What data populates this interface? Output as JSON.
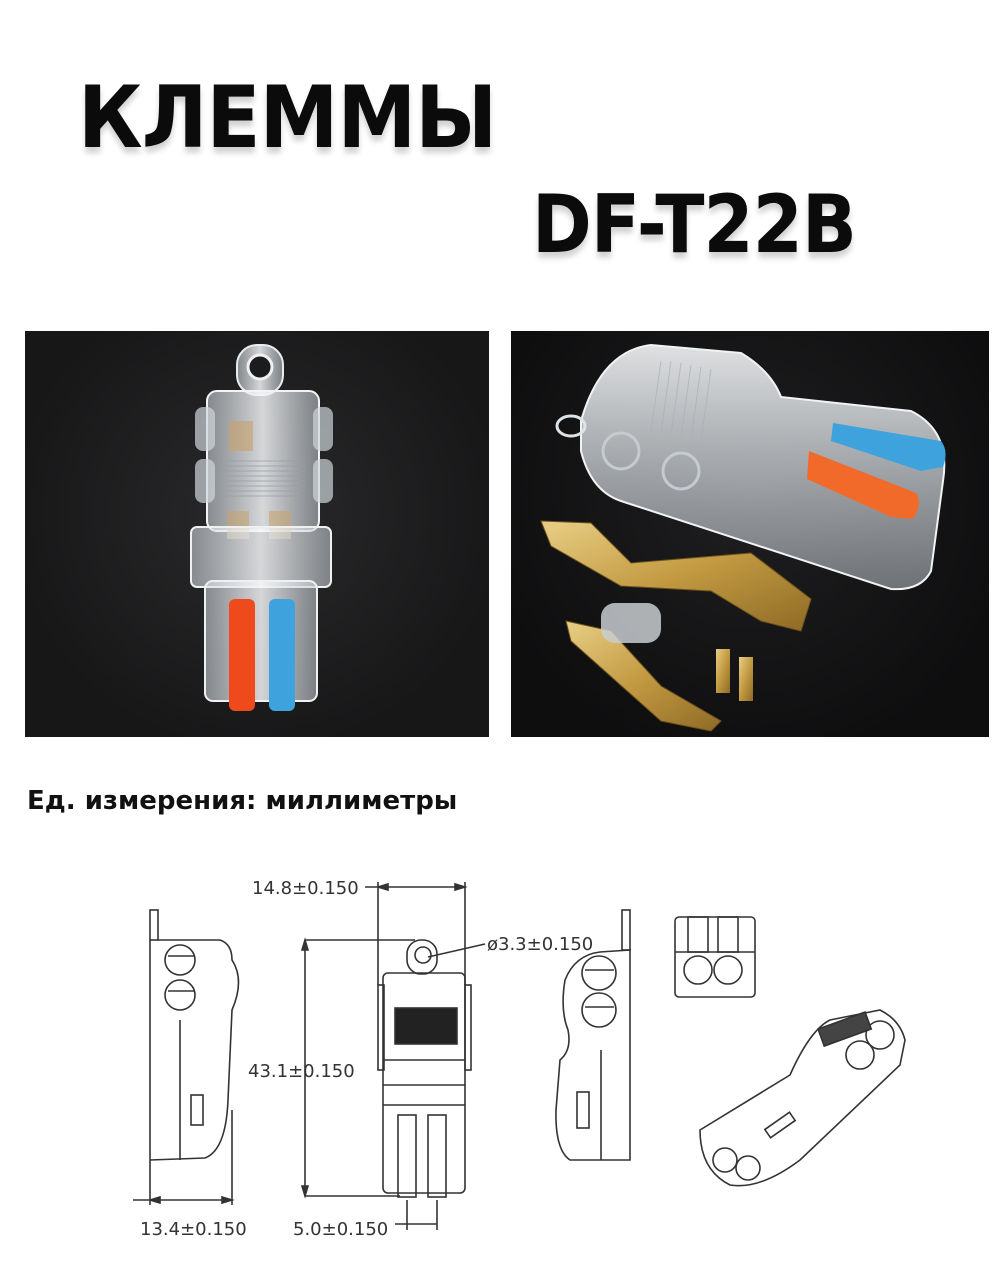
{
  "header": {
    "title": "КЛЕММЫ",
    "model": "DF-T22B"
  },
  "photos": [
    {
      "view": "front",
      "description": "Transparent connector front view with orange and blue levers"
    },
    {
      "view": "angled-with-contacts",
      "description": "Transparent connector angled view with blue and orange levers and brass contacts"
    }
  ],
  "colors": {
    "lever_orange": "#ef4a1c",
    "lever_blue": "#3ea3dd",
    "brass": "#c9a24a",
    "photo_bg": "#1c1c1e"
  },
  "units_label": "Ед. измерения: миллиметры",
  "dimensions": {
    "width_top": "14.8±0.150",
    "hole_diameter": "ø3.3±0.150",
    "height": "43.1±0.150",
    "side_depth": "13.4±0.150",
    "lever_pitch": "5.0±0.150"
  }
}
